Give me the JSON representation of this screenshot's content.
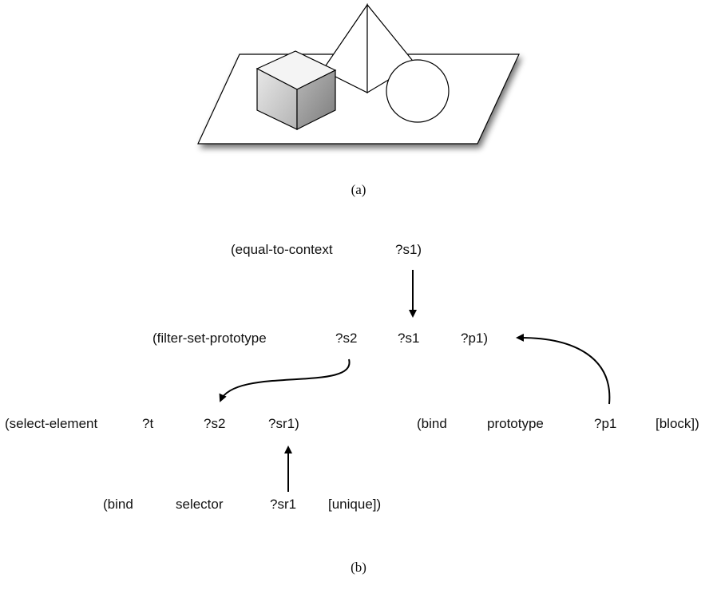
{
  "figure_a": {
    "caption": "(a)",
    "objects": [
      "cube-icon",
      "pyramid-icon",
      "sphere-icon",
      "plane-icon"
    ],
    "colors": {
      "cube_top": "#f2f2f2",
      "cube_left": "#c8c8c8",
      "cube_right": "#9a9a9a",
      "shadow": "#8a8a8a"
    }
  },
  "figure_b": {
    "caption": "(b)",
    "equal_to_context": [
      "(equal-to-context",
      "?s1)"
    ],
    "filter_set_prototype": [
      "(filter-set-prototype",
      "?s2",
      "?s1",
      "?p1)"
    ],
    "select_element": [
      "(select-element",
      "?t",
      "?s2",
      "?sr1)"
    ],
    "bind_prototype": [
      "(bind",
      "prototype",
      "?p1",
      "[block])"
    ],
    "bind_selector": [
      "(bind",
      "selector",
      "?sr1",
      "[unique])"
    ]
  }
}
